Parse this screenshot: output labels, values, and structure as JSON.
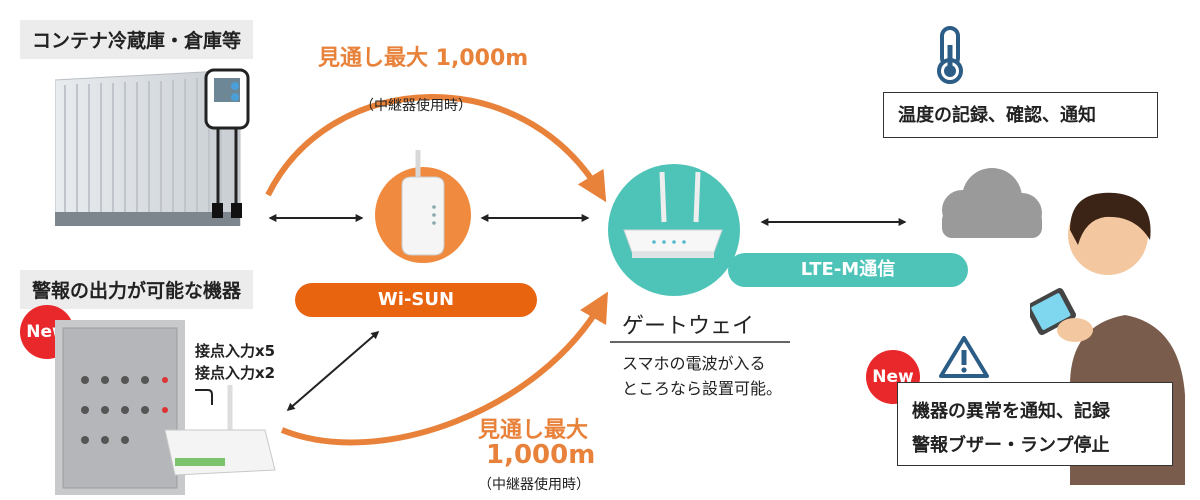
{
  "labels": {
    "container": "コンテナ冷蔵庫・倉庫等",
    "alarm_devices": "警報の出力が可能な機器",
    "contacts_in": "接点入力x5",
    "contacts_out": "接点入力x2",
    "new_badge": "New",
    "new_badge2": "New"
  },
  "range_top": {
    "main": "見通し最大 1,000m",
    "note": "（中継器使用時）"
  },
  "range_bottom": {
    "main": "見通し最大",
    "value": "1,000m",
    "note": "（中継器使用時）"
  },
  "pills": {
    "wisun": "Wi-SUN",
    "lte": "LTE-M通信"
  },
  "gateway": {
    "title": "ゲートウェイ",
    "desc_line1": "スマホの電波が入る",
    "desc_line2": "ところなら設置可能。"
  },
  "boxes": {
    "temperature": "温度の記録、確認、通知",
    "alarm_line1": "機器の異常を通知、記録",
    "alarm_line2": "警報ブザー・ランプ停止"
  },
  "colors": {
    "orange": "#e8823a",
    "teal": "#4ec4b8",
    "wisun": "#e8640f",
    "badge": "#e8282a"
  },
  "icons": [
    "thermometer-icon",
    "cloud-icon",
    "warning-icon",
    "router-icon",
    "repeater-icon",
    "sensor-icon"
  ]
}
